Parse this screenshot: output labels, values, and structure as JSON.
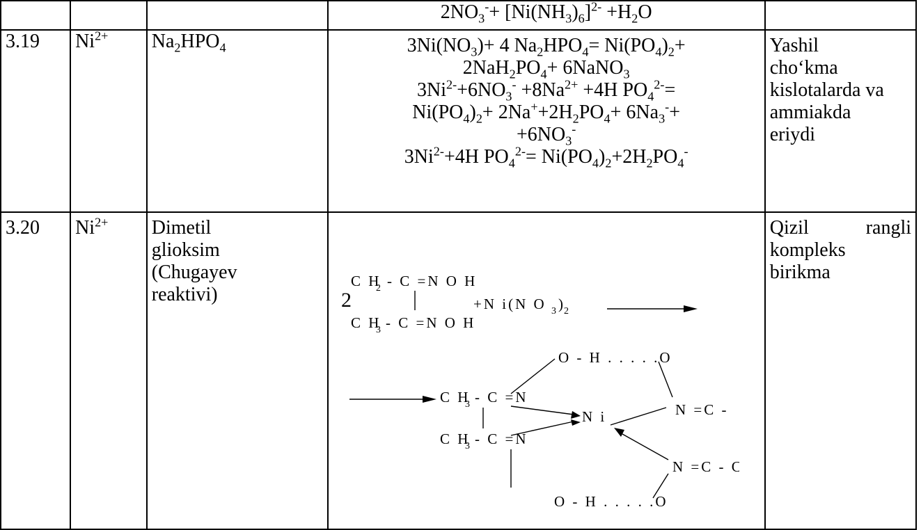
{
  "row0": {
    "reaction": [
      "2NO",
      "3",
      "-",
      "+ [Ni(NH",
      "3",
      ")",
      "6",
      "]",
      "2-",
      " +H",
      "2",
      "O"
    ]
  },
  "row1": {
    "number": "3.19",
    "ion": "Ni",
    "ion_charge": "2+",
    "reagent": [
      "Na",
      "2",
      "HPO",
      "4"
    ],
    "reactions": [
      [
        "3Ni(NO",
        "3",
        ")+ 4 Na",
        "2",
        "HPO",
        "4",
        "= Ni(PO",
        "4",
        ")",
        "2",
        "+"
      ],
      [
        "2NaH",
        "2",
        "PO",
        "4",
        "+ 6NaNO",
        "3"
      ],
      [
        "3Ni",
        "2-",
        "+6NO",
        "3",
        "-",
        " +8Na",
        "2+",
        " +4H PO",
        "4",
        "2-",
        "="
      ],
      [
        "Ni(PO",
        "4",
        ")",
        "2",
        "+ 2Na",
        "+",
        "+2H",
        "2",
        "PO",
        "4",
        "+ 6Na",
        "3",
        "-",
        "+"
      ],
      [
        "+6NO",
        "3",
        "-"
      ],
      [
        "3Ni",
        "2-",
        "+4H PO",
        "4",
        "2-",
        "= Ni(PO",
        "4",
        ")",
        "2",
        "+2H",
        "2",
        "PO",
        "4",
        "-"
      ]
    ],
    "observation": [
      "Yashil",
      "cho‘kma",
      "kislotalarda va",
      "ammiakda",
      "eriydi"
    ]
  },
  "row2": {
    "number": "3.20",
    "ion": "Ni",
    "ion_charge": "2+",
    "reagent": [
      "Dimetil",
      "glioksim",
      "(Chugayev",
      "reaktivi)"
    ],
    "observation_line1": [
      "Qizil",
      "rangli"
    ],
    "observation": [
      "kompleks",
      "birikma"
    ],
    "structure": {
      "coef": "2",
      "ch2": "C H",
      "ch2_sub": "2",
      "c_noh_top": "-  C =N O H",
      "ch3a": "C H",
      "ch3a_sub": "3",
      "c_noh_bot": "- C =N O H",
      "plus_ni": "+N i(N O",
      "plus_ni_sub": "3",
      "plus_ni_end": ")",
      "plus_ni_sub2": "2",
      "p_ch3_top": "C H",
      "p_ch3_top_sub": "3",
      "p_ceqn_top": "-  C =N",
      "p_ch3_bot": "C H",
      "p_ch3_bot_sub": "3",
      "p_ceqn_bot": "- C =N",
      "p_ni": "N i",
      "p_ohtop": "O  - H . . . . .O",
      "p_ohbot": "O  - H . . . . .O",
      "p_nc_top": "N =C  -",
      "p_nc_bot": "N =C  - C"
    }
  }
}
